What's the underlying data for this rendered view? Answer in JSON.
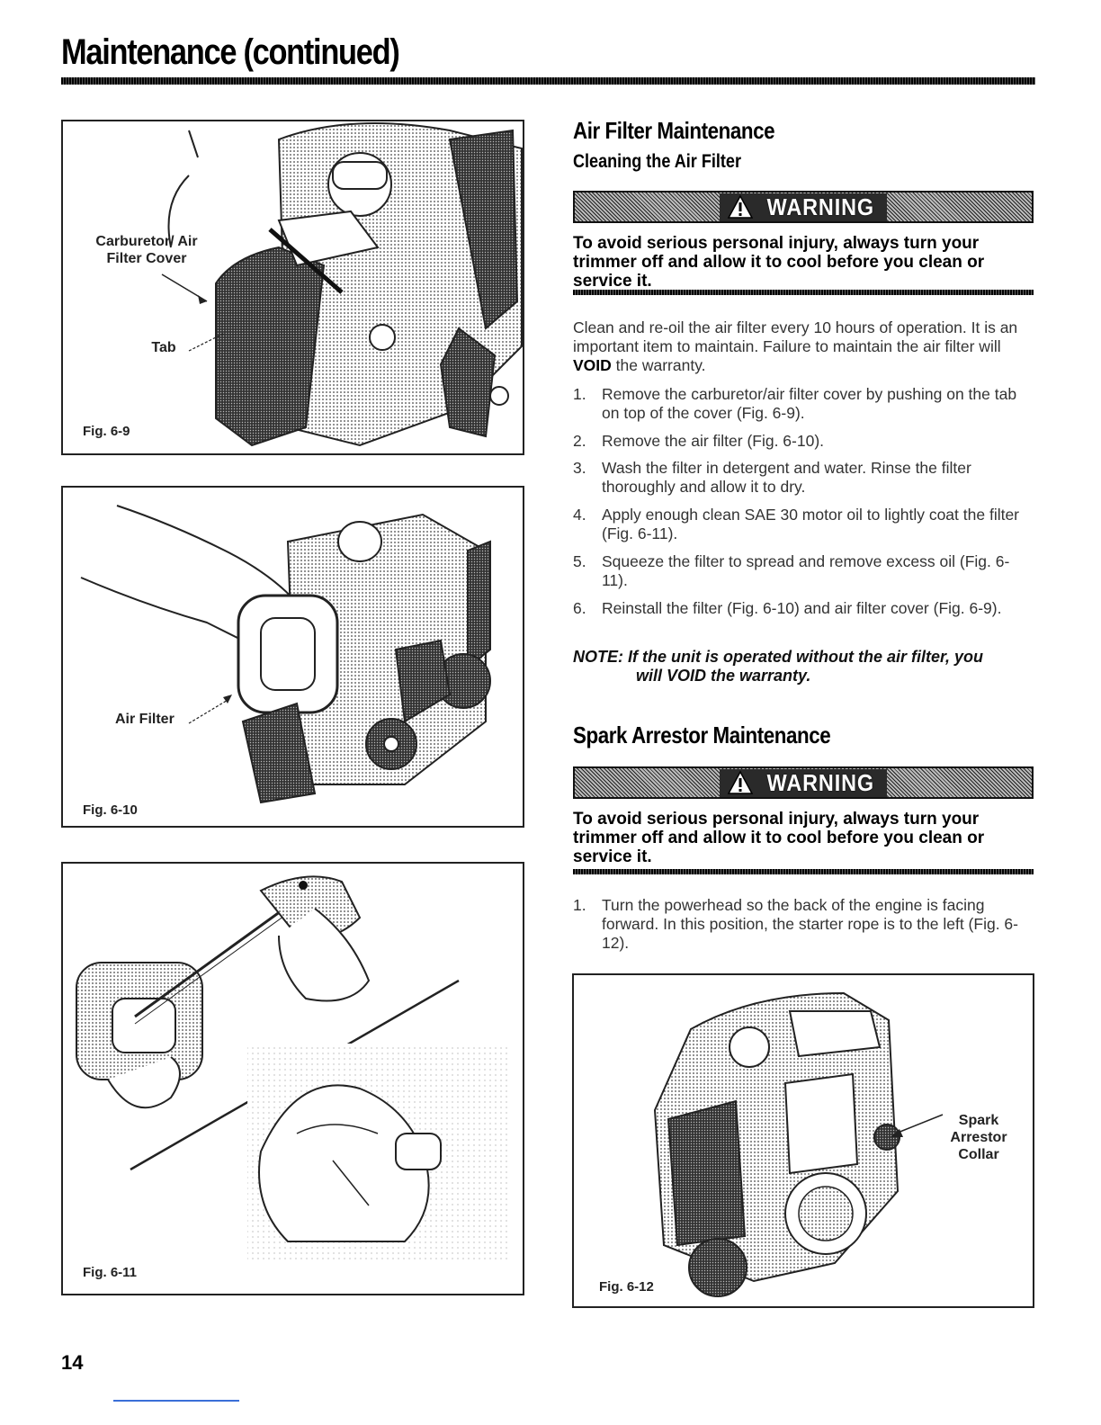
{
  "header": {
    "title": "Maintenance (continued)"
  },
  "figures": {
    "fig9": {
      "label": "Fig. 6-9",
      "callout_carb": "Carburetor/ Air\nFilter Cover",
      "callout_tab": "Tab"
    },
    "fig10": {
      "label": "Fig. 6-10",
      "callout_filter": "Air Filter"
    },
    "fig11": {
      "label": "Fig. 6-11"
    },
    "fig12": {
      "label": "Fig. 6-12",
      "callout_collar": "Spark\nArrestor\nCollar"
    }
  },
  "air_filter": {
    "heading": "Air Filter Maintenance",
    "subheading": "Cleaning the Air Filter",
    "warning_label": "WARNING",
    "warning_text": "To avoid serious personal injury, always turn your trimmer off and allow it to cool before you clean or service it.",
    "intro_a": "Clean and re-oil the air filter every 10 hours of operation. It is an important item to maintain. Failure to maintain the air filter will ",
    "intro_bold": "VOID",
    "intro_b": " the warranty.",
    "steps": [
      {
        "num": "1.",
        "text": "Remove the carburetor/air filter cover by pushing on the tab on top of the cover (Fig. 6-9)."
      },
      {
        "num": "2.",
        "text": "Remove the air filter (Fig. 6-10)."
      },
      {
        "num": "3.",
        "text": "Wash the filter in detergent and water. Rinse the filter thoroughly and allow it to dry."
      },
      {
        "num": "4.",
        "text": "Apply enough clean SAE 30 motor oil to lightly coat the filter (Fig. 6-11)."
      },
      {
        "num": "5.",
        "text": "Squeeze the filter to spread and remove excess oil (Fig. 6-11)."
      },
      {
        "num": "6.",
        "text": "Reinstall the filter (Fig. 6-10) and air filter cover (Fig. 6-9)."
      }
    ],
    "note_line1": "NOTE: If the unit is operated without the air filter, you",
    "note_line2": "will VOID the warranty."
  },
  "spark_arrestor": {
    "heading": "Spark Arrestor Maintenance",
    "warning_label": "WARNING",
    "warning_text": "To avoid serious personal injury, always turn your trimmer off and allow it to cool before you clean or service it.",
    "steps": [
      {
        "num": "1.",
        "text": "Turn the powerhead so the back of the engine is facing forward. In this position, the starter rope is to the left (Fig. 6-12)."
      }
    ]
  },
  "footer": {
    "page_number": "14"
  }
}
